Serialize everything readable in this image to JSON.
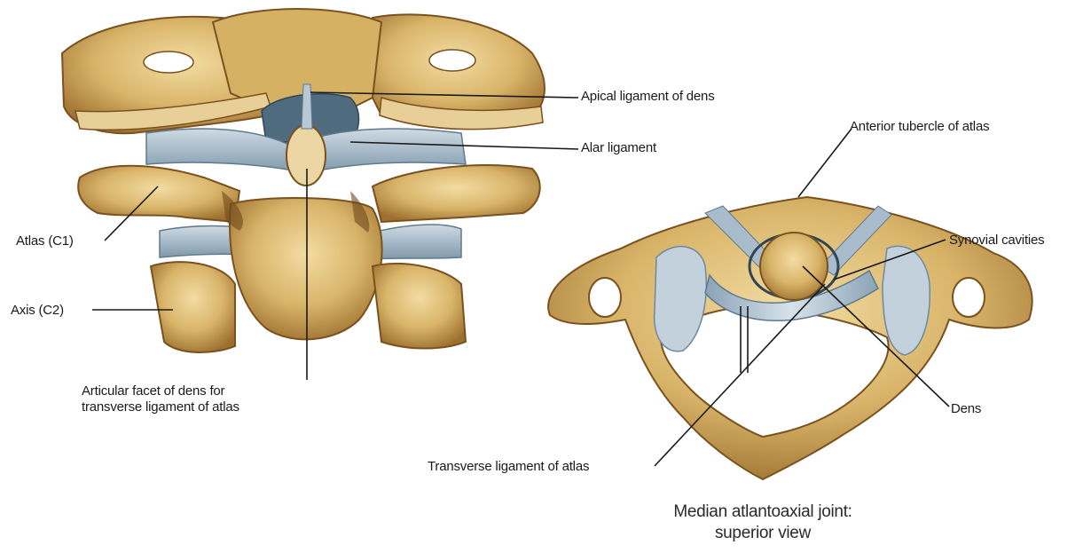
{
  "labels": {
    "apical_ligament_of_dens": "Apical ligament of dens",
    "alar_ligament": "Alar ligament",
    "atlas_c1": "Atlas (C1)",
    "axis_c2": "Axis (C2)",
    "articular_facet_line1": "Articular facet of dens for",
    "articular_facet_line2": "transverse ligament of atlas",
    "anterior_tubercle_of_atlas": "Anterior tubercle of atlas",
    "synovial_cavities": "Synovial cavities",
    "dens": "Dens",
    "transverse_ligament_of_atlas": "Transverse ligament of atlas"
  },
  "caption": {
    "line1": "Median atlantoaxial joint:",
    "line2": "superior view"
  },
  "colors": {
    "bone": "#d9b56a",
    "bone_shadow": "#a87a35",
    "bone_dark": "#6e4a1c",
    "ligament": "#a9bccb",
    "ligament_dark": "#6f8aa0",
    "leader_line": "#1a1a1a"
  }
}
